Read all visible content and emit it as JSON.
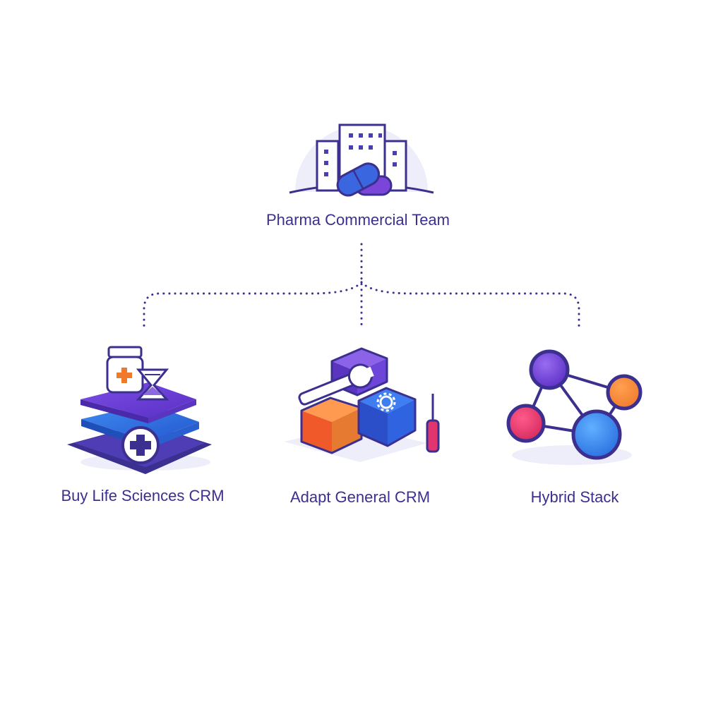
{
  "root": {
    "label": "Pharma Commercial Team",
    "icon": "pharma-building-capsule-icon"
  },
  "options": [
    {
      "label": "Buy Life Sciences CRM",
      "icon": "life-sciences-stack-icon"
    },
    {
      "label": "Adapt General CRM",
      "icon": "tools-blocks-icon"
    },
    {
      "label": "Hybrid Stack",
      "icon": "network-nodes-icon"
    }
  ],
  "colors": {
    "primary": "#3b2f8f",
    "violet": "#6a3fd6",
    "blue": "#2f6fe0",
    "orange": "#f07a2c",
    "pink": "#e2356d",
    "halo": "#eeeefa"
  }
}
